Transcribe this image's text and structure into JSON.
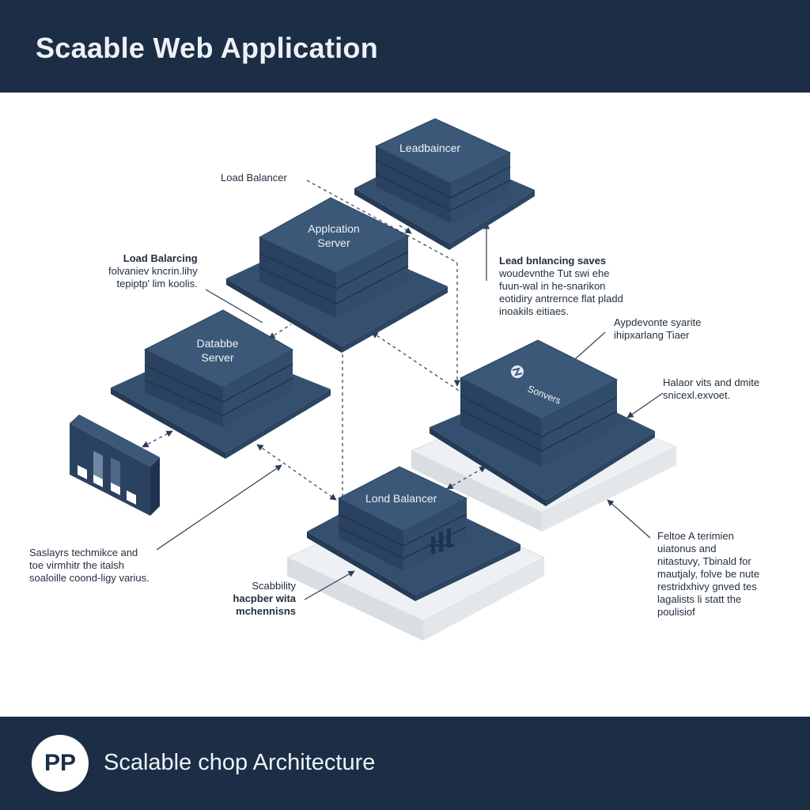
{
  "header": {
    "title": "Scaable Web Application"
  },
  "footer": {
    "logo_text": "PP",
    "title": "Scalable chop Architecture"
  },
  "colors": {
    "header_bg": "#1b2e45",
    "block_top": "#3c5878",
    "block_side": "#2a4260",
    "platform": "#35506f",
    "platform_side": "#243a55",
    "base_light": "#e9edf0",
    "connector": "#2b3f55"
  },
  "nodes": {
    "top_right": {
      "label": "Leadbaincer",
      "icon": ""
    },
    "app_server": {
      "label_line1": "Applcation",
      "label_line2": "Server"
    },
    "database": {
      "label_line1": "Databbe",
      "label_line2": "Server"
    },
    "right_server": {
      "label": "Sonvers",
      "icon": "server-logo-icon"
    },
    "bottom": {
      "label": "Lond Balancer"
    },
    "chart_panel": {
      "icon": "bar-chart-icon"
    }
  },
  "annotations": {
    "load_balancer": "Load Balancer",
    "load_balancing": {
      "title": "Load Balarcing",
      "line1": "folvaniev kncrin.lihy",
      "line2": "tepiptp' lim koolis."
    },
    "lead_balancing": {
      "title": "Lead bnlancing saves",
      "line1": "woudevnthe Tut swi ehe",
      "line2": "fuun-wal in he-snarikon",
      "line3": "eotidiry antrernce flat pladd",
      "line4": "inoakils eitiaes."
    },
    "aypdevonte": {
      "line1": "Aypdevonte syarite",
      "line2": "ihipxarlang Tiaer"
    },
    "halaorvits": {
      "line1": "Halaor vits and dmite",
      "line2": "snicexl.exvoet."
    },
    "saslayirs": {
      "line1": "Saslayrs techmikce and",
      "line2": "toe virmhitr the italsh",
      "line3": "soaloille coond-ligy varius."
    },
    "scabbility": {
      "line1": "Scabbility",
      "line2": "hacpber wita",
      "line3": "mchennisns"
    },
    "feltoe": {
      "line1": "Feltoe A terimien",
      "line2": "uiatonus and",
      "line3": "nitastuvy,  Tbinald for",
      "line4": "mautjaly, folve be nute",
      "line5": "restridxhivy gnved tes",
      "line6": "lagalists li statt the",
      "line7": "poulisiof"
    }
  }
}
